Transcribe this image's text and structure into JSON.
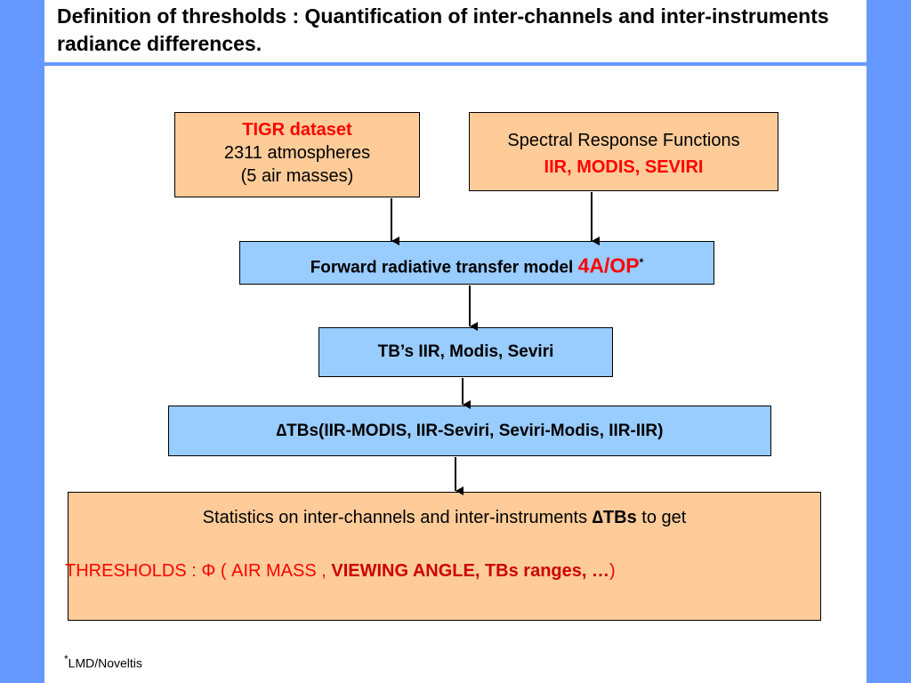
{
  "slide": {
    "title": "Definition of thresholds  : Quantification of  inter-channels and inter-instruments radiance differences."
  },
  "boxes": {
    "tigr": {
      "heading": "TIGR dataset",
      "line1": "2311 atmospheres",
      "line2": "(5 air masses)"
    },
    "srf": {
      "line1": "Spectral Response Functions",
      "line2": "IIR, MODIS, SEVIRI"
    },
    "forward": {
      "text": "Forward radiative transfer model ",
      "model": "4A/OP",
      "marker": "*"
    },
    "tb": {
      "text": "TB’s IIR, Modis, Seviri"
    },
    "delta_tb": {
      "symbol": "∆",
      "text": "TBs(IIR-MODIS, IIR-Seviri, Seviri-Modis, IIR-IIR)"
    },
    "stats": {
      "line1_text": "Statistics on inter-channels and inter-instruments ",
      "line1_symbol": "∆",
      "line1_bold": "TBs",
      "line1_tail": " to get",
      "thresholds_label": "THRESHOLDS :  ",
      "phi": "Φ",
      "open_paren": " ( ",
      "air_mass": "AIR MASS , ",
      "rest": "VIEWING ANGLE, TBs ranges, …",
      "close_paren": ")"
    }
  },
  "footnote": {
    "marker": "*",
    "text": "LMD/Noveltis"
  },
  "colors": {
    "background": "#6699ff",
    "orange_box": "#ffcc99",
    "blue_box": "#99ccff",
    "red": "#ff0000",
    "dark_red": "#cc0000"
  }
}
